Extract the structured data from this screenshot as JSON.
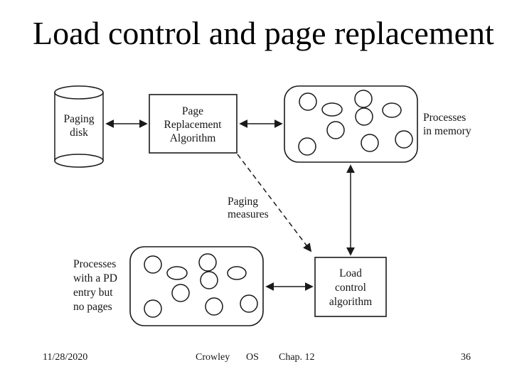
{
  "slide": {
    "title": "Load control and page replacement",
    "footer": {
      "date": "11/28/2020",
      "author": "Crowley",
      "course": "OS",
      "chapter": "Chap. 12",
      "page_number": "36"
    }
  },
  "diagram": {
    "paging_disk": {
      "lines": [
        "Paging",
        "disk"
      ]
    },
    "page_replacement": {
      "lines": [
        "Page",
        "Replacement",
        "Algorithm"
      ]
    },
    "processes_in_memory": {
      "lines": [
        "Processes",
        "in memory"
      ]
    },
    "paging_measures": {
      "lines": [
        "Paging",
        "measures"
      ]
    },
    "processes_no_pages": {
      "lines": [
        "Processes",
        "with a PD",
        "entry but",
        "no pages"
      ]
    },
    "load_control": {
      "lines": [
        "Load",
        "control",
        "algorithm"
      ]
    },
    "colors": {
      "line": "#1a1a1a",
      "background": "#ffffff",
      "text": "#151515"
    }
  }
}
